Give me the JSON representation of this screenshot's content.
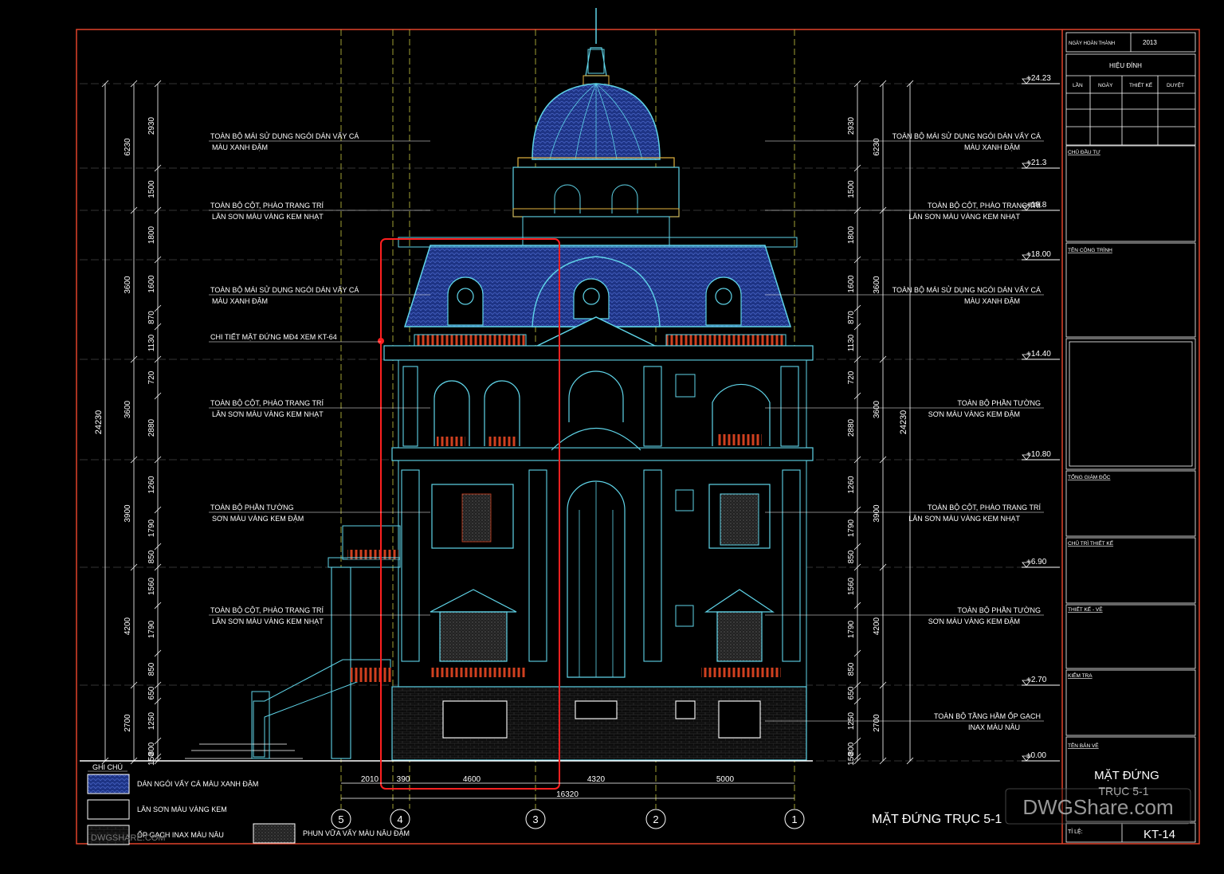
{
  "colors": {
    "background": "#000000",
    "frame": "#e0432a",
    "line": "#ffffff",
    "cyan": "#5fd4e8",
    "roof_blue": "#223a8f",
    "railing_red": "#d0401f",
    "gold": "#e3b340",
    "grid_yellow": "#c9c940",
    "highlight": "#ff2020"
  },
  "elevations": [
    {
      "label": "+24.23",
      "value": 24.23
    },
    {
      "label": "+21.3",
      "value": 21.3
    },
    {
      "label": "+19.8",
      "value": 19.8
    },
    {
      "label": "+18.00",
      "value": 18.0
    },
    {
      "label": "+14.40",
      "value": 14.4
    },
    {
      "label": "+10.80",
      "value": 10.8
    },
    {
      "label": "+6.90",
      "value": 6.9
    },
    {
      "label": "+2.70",
      "value": 2.7
    },
    {
      "label": "±0.00",
      "value": 0.0
    }
  ],
  "dims_left_inner": [
    "2930",
    "1500",
    "1800",
    "1600",
    "870",
    "1130",
    "720",
    "2880",
    "1260",
    "1790",
    "850",
    "1560",
    "1790",
    "850",
    "650",
    "1250",
    "800",
    "150"
  ],
  "dims_left_mid": [
    "6230",
    "3600",
    "3600",
    "3900",
    "4200",
    "2700"
  ],
  "dims_total": "24230",
  "left_notes": [
    {
      "line1": "TOÀN BỘ MÁI SỬ DỤNG NGÓI DÁN VẨY CÁ",
      "line2": "MÀU XANH ĐẬM"
    },
    {
      "line1": "TOÀN BỘ CỘT, PHÀO TRANG TRÍ",
      "line2": "LĂN SƠN MÀU VÀNG KEM NHẠT"
    },
    {
      "line1": "TOÀN BỘ MÁI SỬ DỤNG NGÓI DÁN VẨY CÁ",
      "line2": "MÀU XANH ĐẬM"
    },
    {
      "line1": "CHI TIẾT MẶT ĐỨNG MĐ4 XEM KT-64",
      "line2": ""
    },
    {
      "line1": "TOÀN BỘ CỘT, PHÀO TRANG TRÍ",
      "line2": "LĂN SƠN MÀU VÀNG KEM NHẠT"
    },
    {
      "line1": "TOÀN BỘ PHẦN TƯỜNG",
      "line2": "SƠN MÀU VÀNG KEM ĐẬM"
    },
    {
      "line1": "TOÀN BỘ CỘT, PHÀO TRANG TRÍ",
      "line2": "LĂN SƠN MÀU VÀNG KEM NHẠT"
    }
  ],
  "right_notes": [
    {
      "line1": "TOÀN BỘ MÁI SỬ DỤNG NGÓI DÁN VẨY CÁ",
      "line2": "MÀU XANH ĐẬM"
    },
    {
      "line1": "TOÀN BỘ CỘT, PHÀO TRANG TRÍ",
      "line2": "LĂN SƠN MÀU VÀNG KEM NHẠT"
    },
    {
      "line1": "TOÀN BỘ MÁI SỬ DỤNG NGÓI DÁN VẨY CÁ",
      "line2": "MÀU XANH ĐẬM"
    },
    {
      "line1": "TOÀN BỘ PHẦN TƯỜNG",
      "line2": "SƠN MÀU VÀNG KEM ĐẬM"
    },
    {
      "line1": "TOÀN BỘ CỘT, PHÀO TRANG TRÍ",
      "line2": "LĂN SƠN MÀU VÀNG KEM NHẠT"
    },
    {
      "line1": "TOÀN BỘ PHẦN TƯỜNG",
      "line2": "SƠN MÀU VÀNG KEM ĐẬM"
    },
    {
      "line1": "TOÀN BỘ TẦNG HẦM ỐP GẠCH",
      "line2": "INAX MÀU NÂU"
    }
  ],
  "bottom_dims": [
    "2010",
    "390",
    "4600",
    "4320",
    "5000"
  ],
  "bottom_total": "16320",
  "axes": [
    "5",
    "4",
    "3",
    "2",
    "1"
  ],
  "drawing_title": "MẶT ĐỨNG TRỤC 5-1",
  "legend": {
    "title": "GHI CHÚ",
    "items": [
      "DÁN NGÓI VẨY CÁ MÀU XANH ĐẬM",
      "LĂN SƠN MÀU VÀNG KEM",
      "ỐP GẠCH INAX MÀU NÂU",
      "PHUN VỮA VẨY MÀU NÂU ĐẬM"
    ]
  },
  "watermark": "DWGShare.com",
  "watermark_small": "DWGSHARE.COM",
  "title_block": {
    "completion_label": "NGÀY HOÀN THÀNH",
    "completion_year": "2013",
    "revision_label": "HIỆU ĐÍNH",
    "revision_cols": [
      "LẦN",
      "NGÀY",
      "THIẾT KẾ",
      "DUYỆT"
    ],
    "investor": "CHỦ ĐẦU TƯ",
    "project": "TÊN CÔNG TRÌNH",
    "director": "TỔNG GIÁM ĐỐC",
    "chief_designer": "CHỦ TRÌ THIẾT KẾ",
    "designer": "THIẾT KẾ - VẼ",
    "checker": "KIỂM TRA",
    "drawing_name_label": "TÊN BẢN VẼ",
    "drawing_name_line1": "MẶT ĐỨNG",
    "drawing_name_line2": "TRỤC 5-1",
    "scale_label": "TỈ LỆ:",
    "sheet": "KT-14"
  }
}
